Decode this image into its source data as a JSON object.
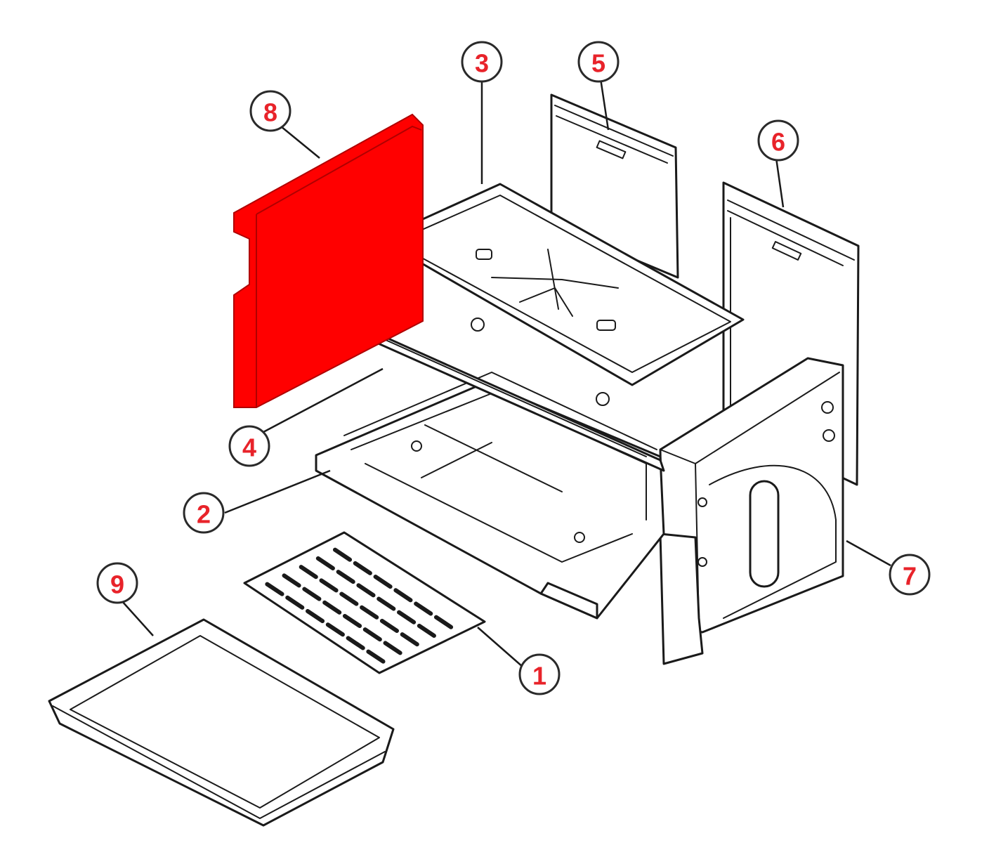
{
  "colors": {
    "highlight": "#ff0000",
    "callout_text": "#e8232a",
    "line": "#1a1a1a",
    "background": "#ffffff"
  },
  "callouts": [
    {
      "id": "1",
      "label": "1"
    },
    {
      "id": "2",
      "label": "2"
    },
    {
      "id": "3",
      "label": "3"
    },
    {
      "id": "4",
      "label": "4"
    },
    {
      "id": "5",
      "label": "5"
    },
    {
      "id": "6",
      "label": "6"
    },
    {
      "id": "7",
      "label": "7"
    },
    {
      "id": "8",
      "label": "8",
      "highlighted": true
    },
    {
      "id": "9",
      "label": "9"
    }
  ]
}
